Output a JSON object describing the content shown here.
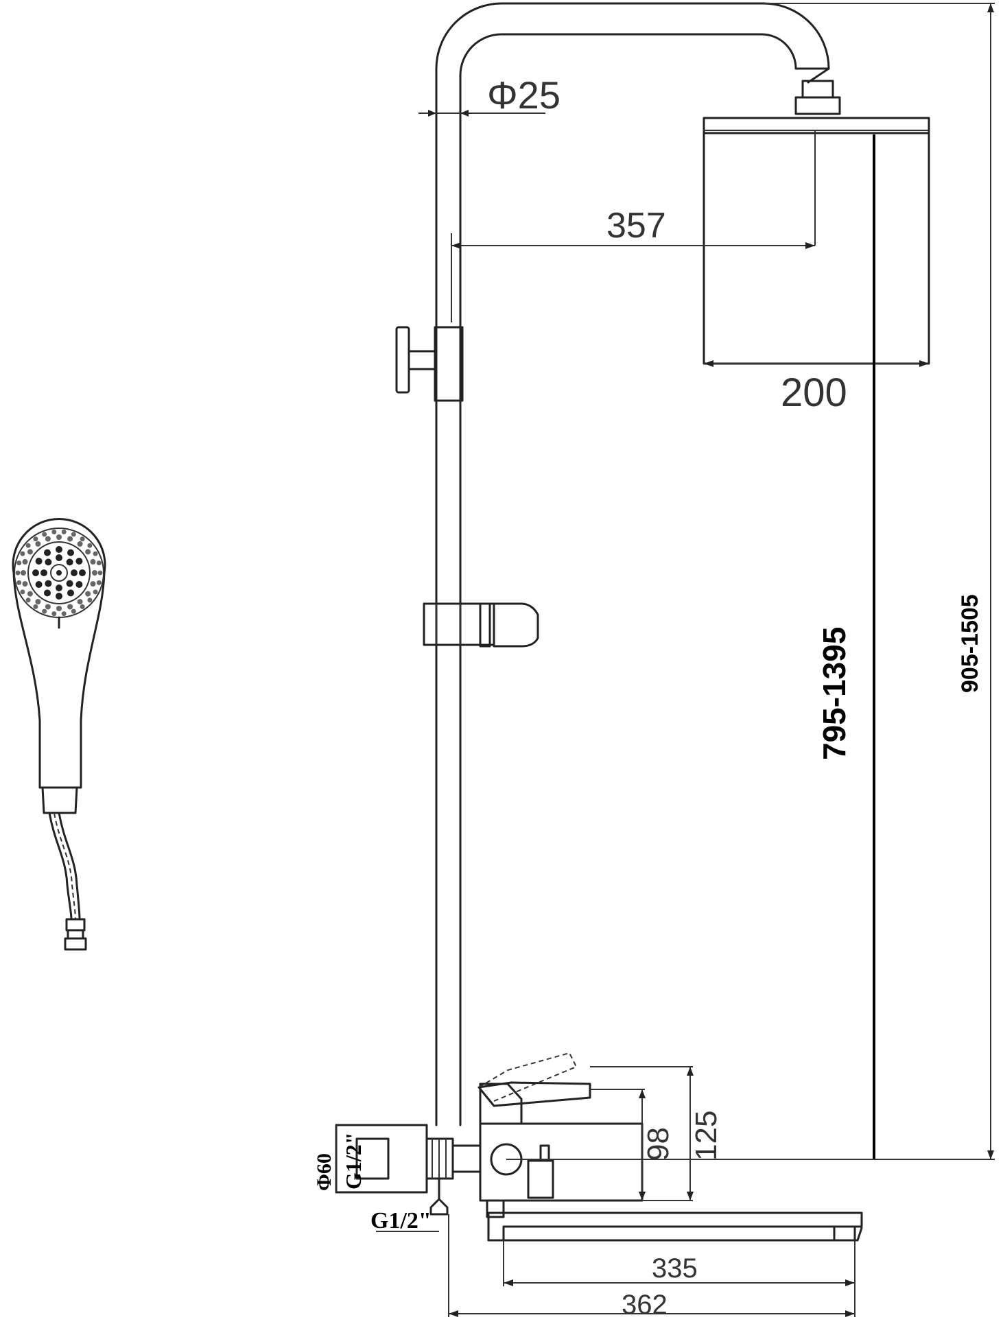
{
  "dimensions": {
    "pipe_diameter": "Φ25",
    "arm_length": "357",
    "head_width": "200",
    "head_height_range": "795-1395",
    "total_height_range": "905-1505",
    "mixer_body_height": "98",
    "mixer_handle_height": "125",
    "spout_length": "335",
    "total_spout_reach": "362",
    "flange_diameter": "Φ60",
    "inlet_thread_side": "G1/2\"",
    "inlet_thread_bottom": "G1/2\""
  },
  "icons": [
    "hand-shower-icon",
    "shower-hose-icon",
    "rain-shower-head-icon",
    "mixer-icon",
    "spout-icon"
  ]
}
